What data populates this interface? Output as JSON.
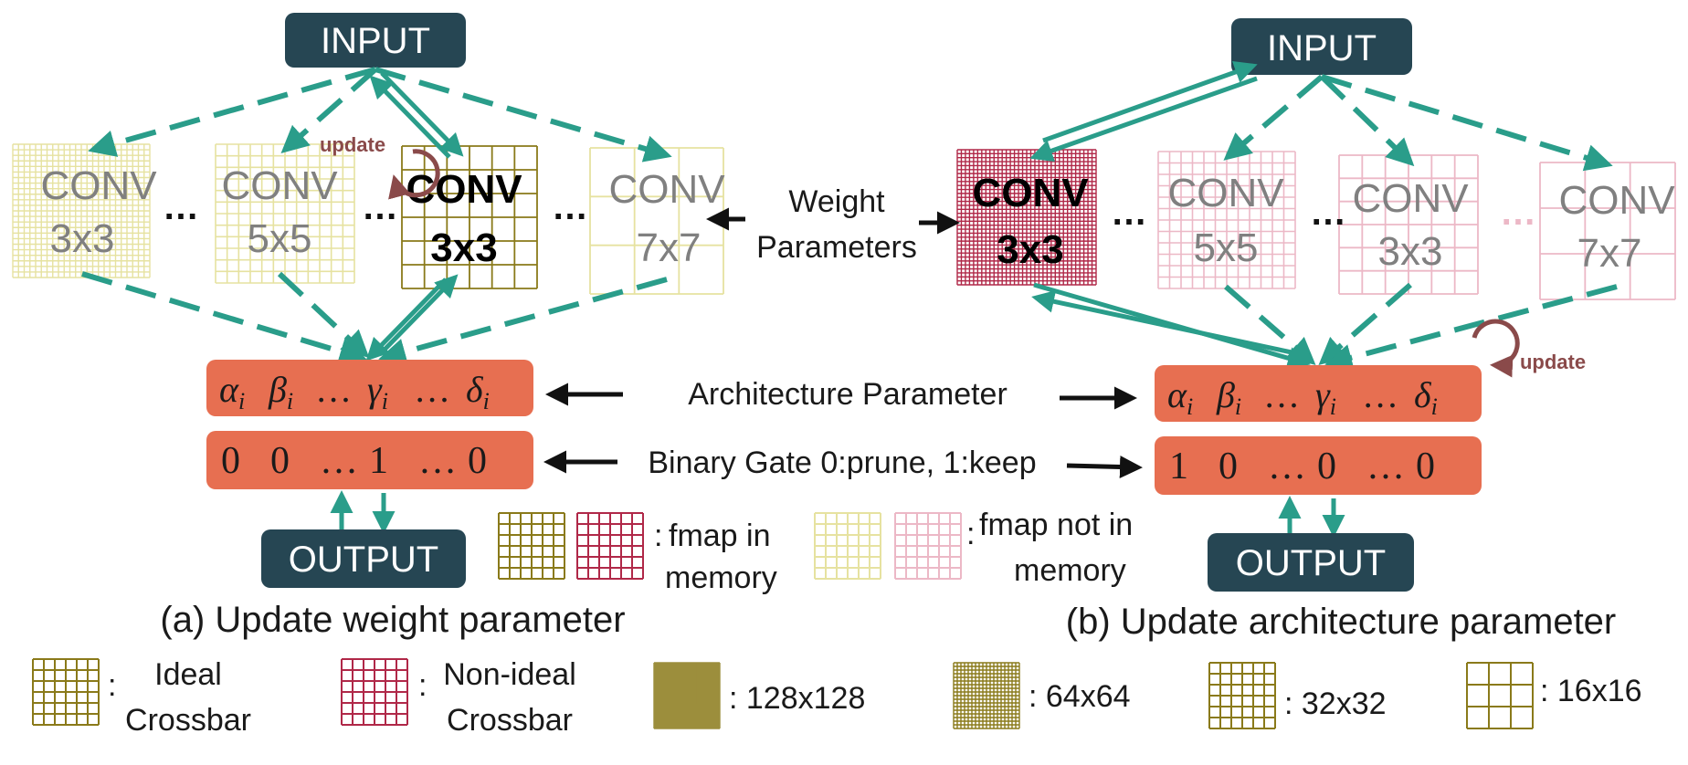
{
  "colors": {
    "teal_arrow": "#2a9d8a",
    "dark_box": "#264653",
    "orange_box": "#e76f51",
    "olive": "#8a7a1a",
    "crimson": "#b02848",
    "pale_yellow": "#e6e2a0",
    "pale_pink": "#ecb8c6",
    "update_brown": "#8a4a4a"
  },
  "left": {
    "input_label": "INPUT",
    "output_label": "OUTPUT",
    "convs": [
      {
        "line1": "CONV",
        "line2": "3x3",
        "state": "pale"
      },
      {
        "line1": "CONV",
        "line2": "5x5",
        "state": "pale"
      },
      {
        "line1": "CONV",
        "line2": "3x3",
        "state": "active"
      },
      {
        "line1": "CONV",
        "line2": "7x7",
        "state": "pale"
      }
    ],
    "update_label": "update",
    "arch_params": [
      "α",
      "β",
      "…",
      "γ",
      "…",
      "δ"
    ],
    "arch_sub": "i",
    "gate_values": [
      "0",
      "0",
      "…",
      "1",
      "…",
      "0"
    ],
    "caption": "(a) Update weight parameter"
  },
  "right": {
    "input_label": "INPUT",
    "output_label": "OUTPUT",
    "convs": [
      {
        "line1": "CONV",
        "line2": "3x3",
        "state": "active"
      },
      {
        "line1": "CONV",
        "line2": "5x5",
        "state": "pale"
      },
      {
        "line1": "CONV",
        "line2": "3x3",
        "state": "pale"
      },
      {
        "line1": "CONV",
        "line2": "7x7",
        "state": "pale"
      }
    ],
    "update_label": "update",
    "arch_params": [
      "α",
      "β",
      "…",
      "γ",
      "…",
      "δ"
    ],
    "arch_sub": "i",
    "gate_values": [
      "1",
      "0",
      "…",
      "0",
      "…",
      "0"
    ],
    "caption": "(b) Update architecture parameter"
  },
  "center": {
    "weight_line1": "Weight",
    "weight_line2": "Parameters",
    "arch_label": "Architecture Parameter",
    "gate_label": "Binary Gate 0:prune, 1:keep"
  },
  "fmap_legend": {
    "in_memory_line1": "fmap in",
    "in_memory_line2": "memory",
    "not_in_memory_line1": "fmap not in",
    "not_in_memory_line2": "memory"
  },
  "bottom_legend": {
    "ideal_line1": "Ideal",
    "ideal_line2": "Crossbar",
    "nonideal_line1": "Non-ideal",
    "nonideal_line2": "Crossbar",
    "size_128": ": 128x128",
    "size_64": ": 64x64",
    "size_32": ": 32x32",
    "size_16": ": 16x16"
  }
}
